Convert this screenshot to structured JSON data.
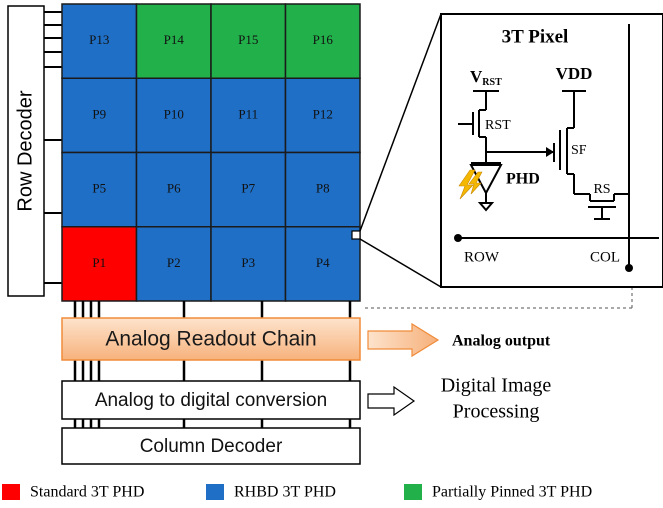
{
  "colors": {
    "standard": "#ff0000",
    "rhbd": "#1f6fc6",
    "pinned": "#22b04a",
    "grid_line": "#1b1b1b",
    "readout_fill_from": "#fde3cc",
    "readout_fill_to": "#f7b27c",
    "readout_stroke": "#f08c3a",
    "arrow_fill": "#f8c393"
  },
  "decoder_left": {
    "label": "Row Decoder"
  },
  "pixel_array": {
    "rows": [
      [
        {
          "label": "P13",
          "kind": "rhbd"
        },
        {
          "label": "P14",
          "kind": "pinned"
        },
        {
          "label": "P15",
          "kind": "pinned"
        },
        {
          "label": "P16",
          "kind": "pinned"
        }
      ],
      [
        {
          "label": "P9",
          "kind": "rhbd"
        },
        {
          "label": "P10",
          "kind": "rhbd"
        },
        {
          "label": "P11",
          "kind": "rhbd"
        },
        {
          "label": "P12",
          "kind": "rhbd"
        }
      ],
      [
        {
          "label": "P5",
          "kind": "rhbd"
        },
        {
          "label": "P6",
          "kind": "rhbd"
        },
        {
          "label": "P7",
          "kind": "rhbd"
        },
        {
          "label": "P8",
          "kind": "rhbd"
        }
      ],
      [
        {
          "label": "P1",
          "kind": "standard"
        },
        {
          "label": "P2",
          "kind": "rhbd"
        },
        {
          "label": "P3",
          "kind": "rhbd"
        },
        {
          "label": "P4",
          "kind": "rhbd"
        }
      ]
    ]
  },
  "blocks": {
    "readout": "Analog Readout Chain",
    "adc": "Analog to digital conversion",
    "column_decoder": "Column Decoder"
  },
  "outputs": {
    "analog": "Analog output",
    "digital_line1": "Digital Image",
    "digital_line2": "Processing"
  },
  "pixel_circuit": {
    "title": "3T Pixel",
    "vrst_main": "V",
    "vrst_sub": "RST",
    "vdd": "VDD",
    "rst": "RST",
    "sf": "SF",
    "phd": "PHD",
    "rs": "RS",
    "row": "ROW",
    "col": "COL"
  },
  "legend": [
    {
      "label": "Standard 3T PHD",
      "kind": "standard"
    },
    {
      "label": "RHBD 3T PHD",
      "kind": "rhbd"
    },
    {
      "label": "Partially Pinned 3T PHD",
      "kind": "pinned"
    }
  ]
}
